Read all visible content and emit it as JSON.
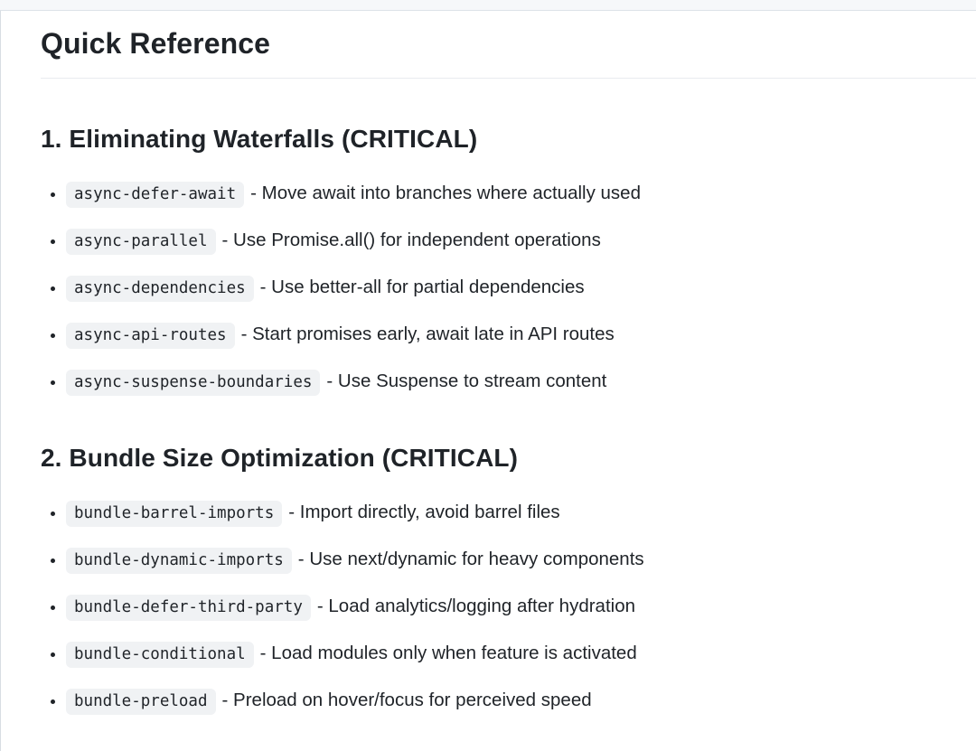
{
  "page": {
    "title": "Quick Reference"
  },
  "colors": {
    "text": "#1f2328",
    "chip_background": "#f0f2f4",
    "top_strip_background": "#f6f8fa",
    "divider": "#e9ebef",
    "container_border": "#d8dde3"
  },
  "sections": [
    {
      "heading": "1. Eliminating Waterfalls (CRITICAL)",
      "items": [
        {
          "code": "async-defer-await",
          "desc": "- Move await into branches where actually used"
        },
        {
          "code": "async-parallel",
          "desc": "- Use Promise.all() for independent operations"
        },
        {
          "code": "async-dependencies",
          "desc": "- Use better-all for partial dependencies"
        },
        {
          "code": "async-api-routes",
          "desc": "- Start promises early, await late in API routes"
        },
        {
          "code": "async-suspense-boundaries",
          "desc": "- Use Suspense to stream content"
        }
      ]
    },
    {
      "heading": "2. Bundle Size Optimization (CRITICAL)",
      "items": [
        {
          "code": "bundle-barrel-imports",
          "desc": "- Import directly, avoid barrel files"
        },
        {
          "code": "bundle-dynamic-imports",
          "desc": "- Use next/dynamic for heavy components"
        },
        {
          "code": "bundle-defer-third-party",
          "desc": "- Load analytics/logging after hydration"
        },
        {
          "code": "bundle-conditional",
          "desc": "- Load modules only when feature is activated"
        },
        {
          "code": "bundle-preload",
          "desc": "- Preload on hover/focus for perceived speed"
        }
      ]
    }
  ]
}
